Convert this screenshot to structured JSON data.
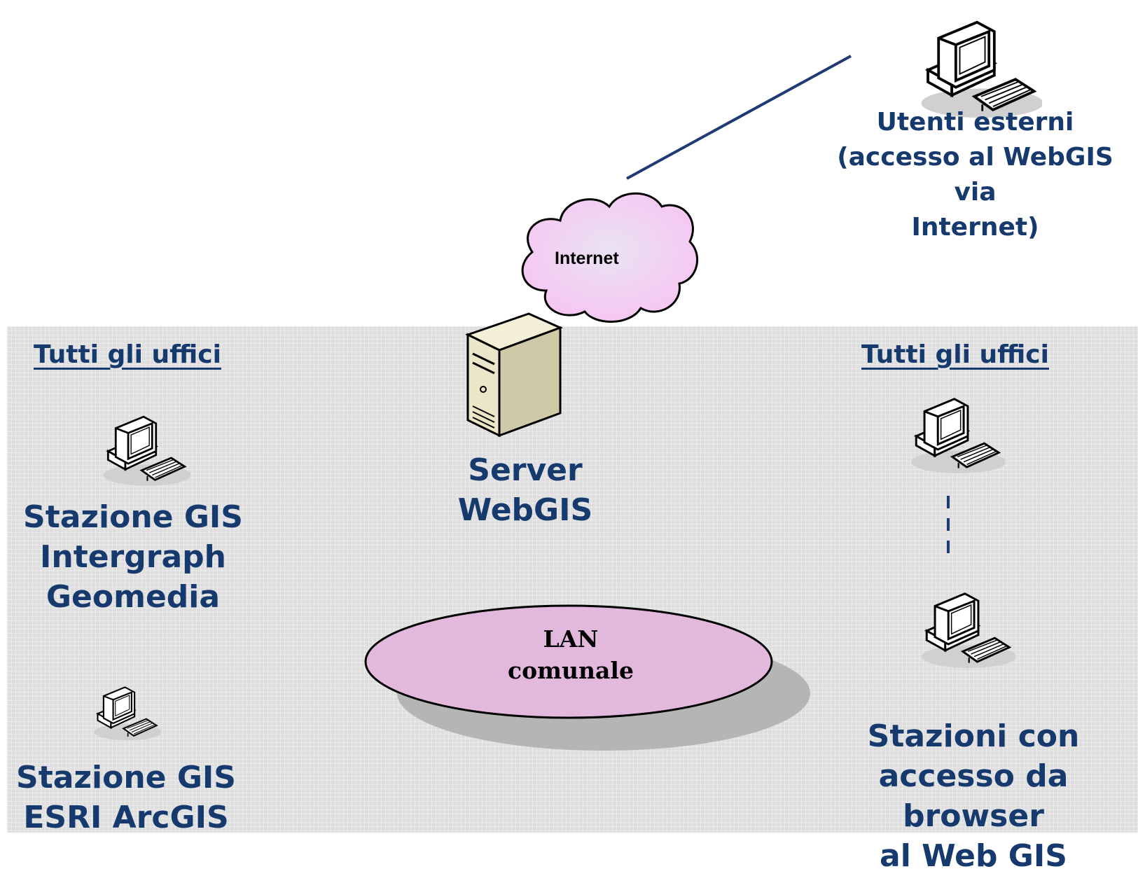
{
  "external_users": {
    "line1": "Utenti esterni",
    "line2": "(accesso al WebGIS via",
    "line3": "Internet)"
  },
  "cloud": {
    "label": "Internet"
  },
  "server": {
    "line1": "Server",
    "line2": "WebGIS"
  },
  "left_group": {
    "heading": "Tutti gli uffici",
    "station1": {
      "line1": "Stazione GIS",
      "line2": "Intergraph",
      "line3": "Geomedia"
    },
    "station2": {
      "line1": "Stazione GIS",
      "line2": "ESRI ArcGIS"
    }
  },
  "right_group": {
    "heading": "Tutti gli uffici",
    "stations": {
      "line1": "Stazioni con",
      "line2": "accesso da browser",
      "line3": "al Web GIS"
    }
  },
  "lan": {
    "line1": "LAN",
    "line2": "comunale"
  },
  "colors": {
    "label_text": "#163a6e",
    "connection_line": "#1f3b73",
    "cloud_fill": "#f2c8f0",
    "lan_fill": "#e3b8dd",
    "zone_bg": "#dedede"
  },
  "icons": [
    "computer-icon",
    "server-icon",
    "cloud-icon"
  ]
}
